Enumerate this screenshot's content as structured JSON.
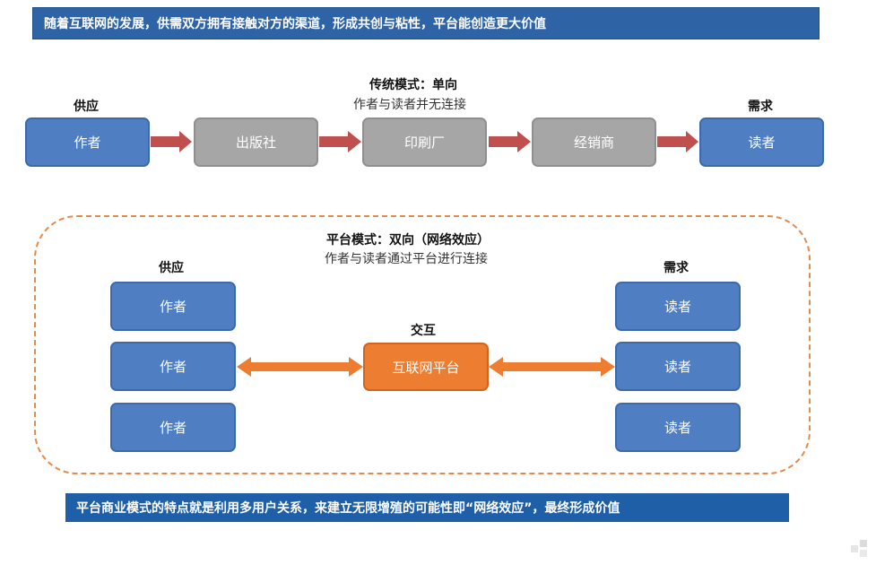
{
  "top_banner": "随着互联网的发展，供需双方拥有接触对方的渠道，形成共创与粘性，平台能创造更大价值",
  "traditional": {
    "title": "传统模式：单向",
    "subtitle": "作者与读者并无连接",
    "supply_label": "供应",
    "demand_label": "需求",
    "chain": [
      "作者",
      "出版社",
      "印刷厂",
      "经销商",
      "读者"
    ]
  },
  "platform": {
    "title": "平台模式：双向（网络效应）",
    "subtitle": "作者与读者通过平台进行连接",
    "supply_label": "供应",
    "demand_label": "需求",
    "interaction_label": "交互",
    "center": "互联网平台",
    "supply_items": [
      "作者",
      "作者",
      "作者"
    ],
    "demand_items": [
      "读者",
      "读者",
      "读者"
    ]
  },
  "bottom_banner": "平台商业模式的特点就是利用多用户关系，来建立无限增殖的可能性即“网络效应”，最终形成价值",
  "colors": {
    "banner": "#2e63a6",
    "blue_box": "#4f7fc2",
    "gray_box": "#a6a6a6",
    "orange_box": "#ed7d31",
    "red_arrow": "#c0504d",
    "dashed_border": "#e58a48"
  }
}
